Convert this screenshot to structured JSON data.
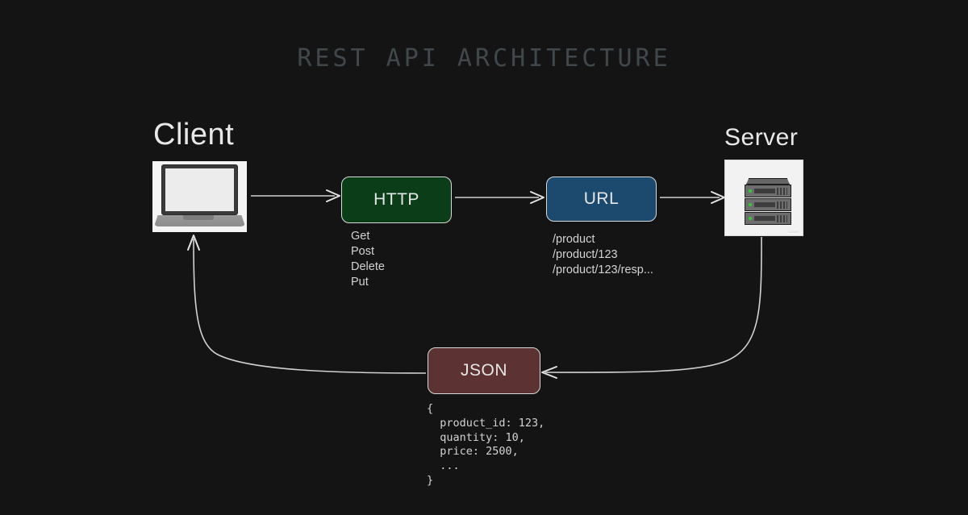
{
  "title": "REST API ARCHITECTURE",
  "background_color": "#141414",
  "nodes": {
    "client": {
      "caption": "Client",
      "icon": "laptop-icon"
    },
    "server": {
      "caption": "Server",
      "icon": "server-rack-icon",
      "watermark": "123RF"
    },
    "http": {
      "label": "HTTP",
      "color": "#0b3d19",
      "methods": "Get\nPost\nDelete\nPut"
    },
    "url": {
      "label": "URL",
      "color": "#1b4a6e",
      "paths": "/product\n/product/123\n/product/123/resp..."
    },
    "json": {
      "label": "JSON",
      "color": "#5d3232",
      "body": "{\n  product_id: 123,\n  quantity: 10,\n  price: 2500,\n  ...\n}"
    }
  },
  "edges": [
    {
      "name": "client-to-http",
      "from": "client",
      "to": "http",
      "direction": "right"
    },
    {
      "name": "http-to-url",
      "from": "http",
      "to": "url",
      "direction": "right"
    },
    {
      "name": "url-to-server",
      "from": "url",
      "to": "server",
      "direction": "right"
    },
    {
      "name": "server-to-json",
      "from": "server",
      "to": "json",
      "direction": "left"
    },
    {
      "name": "json-to-client",
      "from": "json",
      "to": "client",
      "direction": "up"
    }
  ],
  "colors": {
    "title_text": "#41484c",
    "body_text": "#d3d3d3",
    "node_caption": "#e8e8e8",
    "edge_stroke": "#d2d2d2"
  }
}
